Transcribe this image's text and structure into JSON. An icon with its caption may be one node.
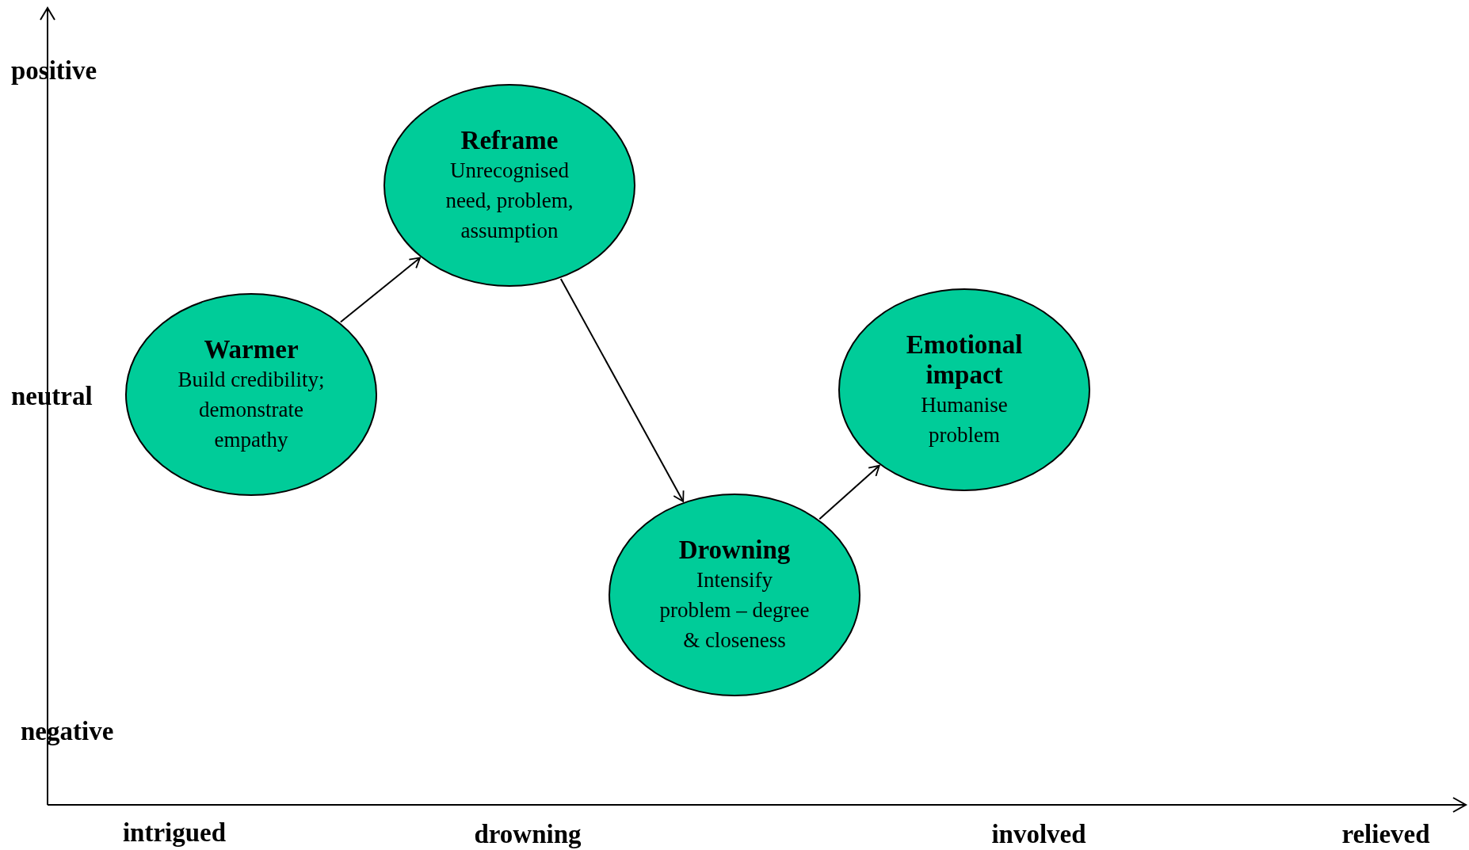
{
  "diagram": {
    "nodes": [
      {
        "text": [
          "Warmer",
          "Build credibility; demonstrate empathy"
        ]
      },
      {
        "text": [
          "Reframe",
          "Unrecognised need, problem, assumption"
        ]
      },
      {
        "text": [
          "Drowning",
          "Intensify problem – degree & closeness"
        ]
      },
      {
        "text": [
          "Emotional impact",
          "Humanise problem"
        ]
      }
    ],
    "edges": [
      {
        "from": 0,
        "to": 1,
        "arrow": "to"
      },
      {
        "from": 1,
        "to": 2,
        "arrow": "to"
      },
      {
        "from": 2,
        "to": 3,
        "arrow": "to"
      }
    ],
    "labels": [
      "positive",
      "neutral",
      "negative",
      "intrigued",
      "drowning",
      "involved",
      "relieved"
    ]
  }
}
